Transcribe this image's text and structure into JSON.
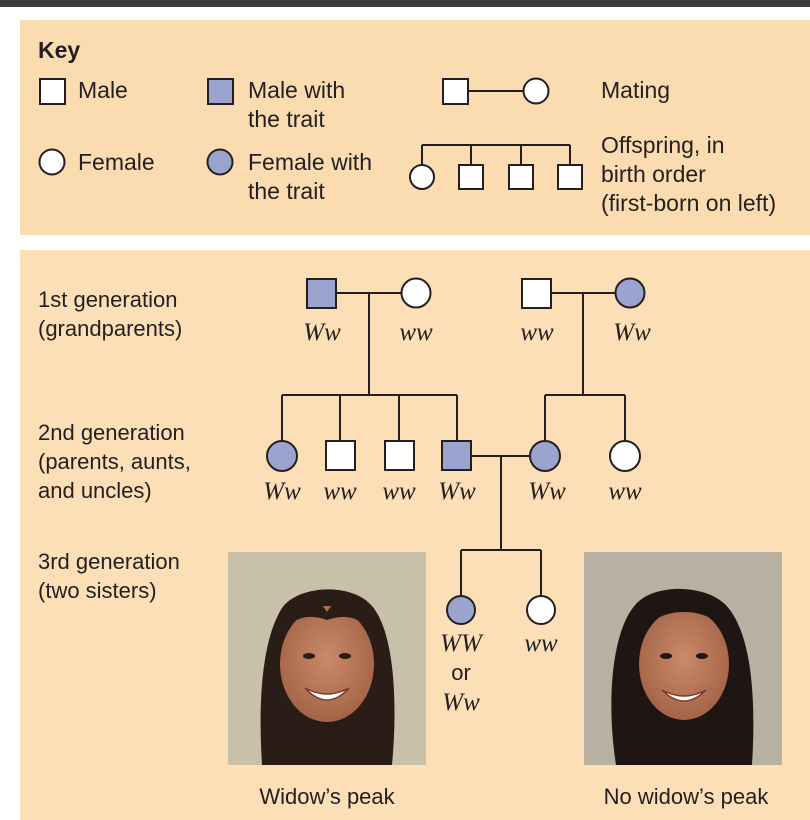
{
  "key": {
    "title": "Key",
    "male": "Male",
    "male_trait_l1": "Male with",
    "male_trait_l2": "the trait",
    "mating": "Mating",
    "female": "Female",
    "female_trait_l1": "Female with",
    "female_trait_l2": "the trait",
    "offspring_l1": "Offspring, in",
    "offspring_l2": "birth order",
    "offspring_l3": "(first-born on left)"
  },
  "generations": {
    "g1_l1": "1st generation",
    "g1_l2": "(grandparents)",
    "g2_l1": "2nd generation",
    "g2_l2": "(parents, aunts,",
    "g2_l3": "and uncles)",
    "g3_l1": "3rd generation",
    "g3_l2": "(two sisters)"
  },
  "genotypes": {
    "g1_a": "Ww",
    "g1_b": "ww",
    "g1_c": "ww",
    "g1_d": "Ww",
    "g2_a": "Ww",
    "g2_b": "ww",
    "g2_c": "ww",
    "g2_d": "Ww",
    "g2_e": "Ww",
    "g2_f": "ww",
    "g3_a_1": "WW",
    "g3_a_or": "or",
    "g3_a_2": "Ww",
    "g3_b": "ww"
  },
  "photos": {
    "left_caption": "Widow’s peak",
    "right_caption": "No widow’s peak"
  },
  "colors": {
    "panel": "#fbdcb0",
    "trait": "#9ba3cf",
    "outline": "#231f20"
  }
}
